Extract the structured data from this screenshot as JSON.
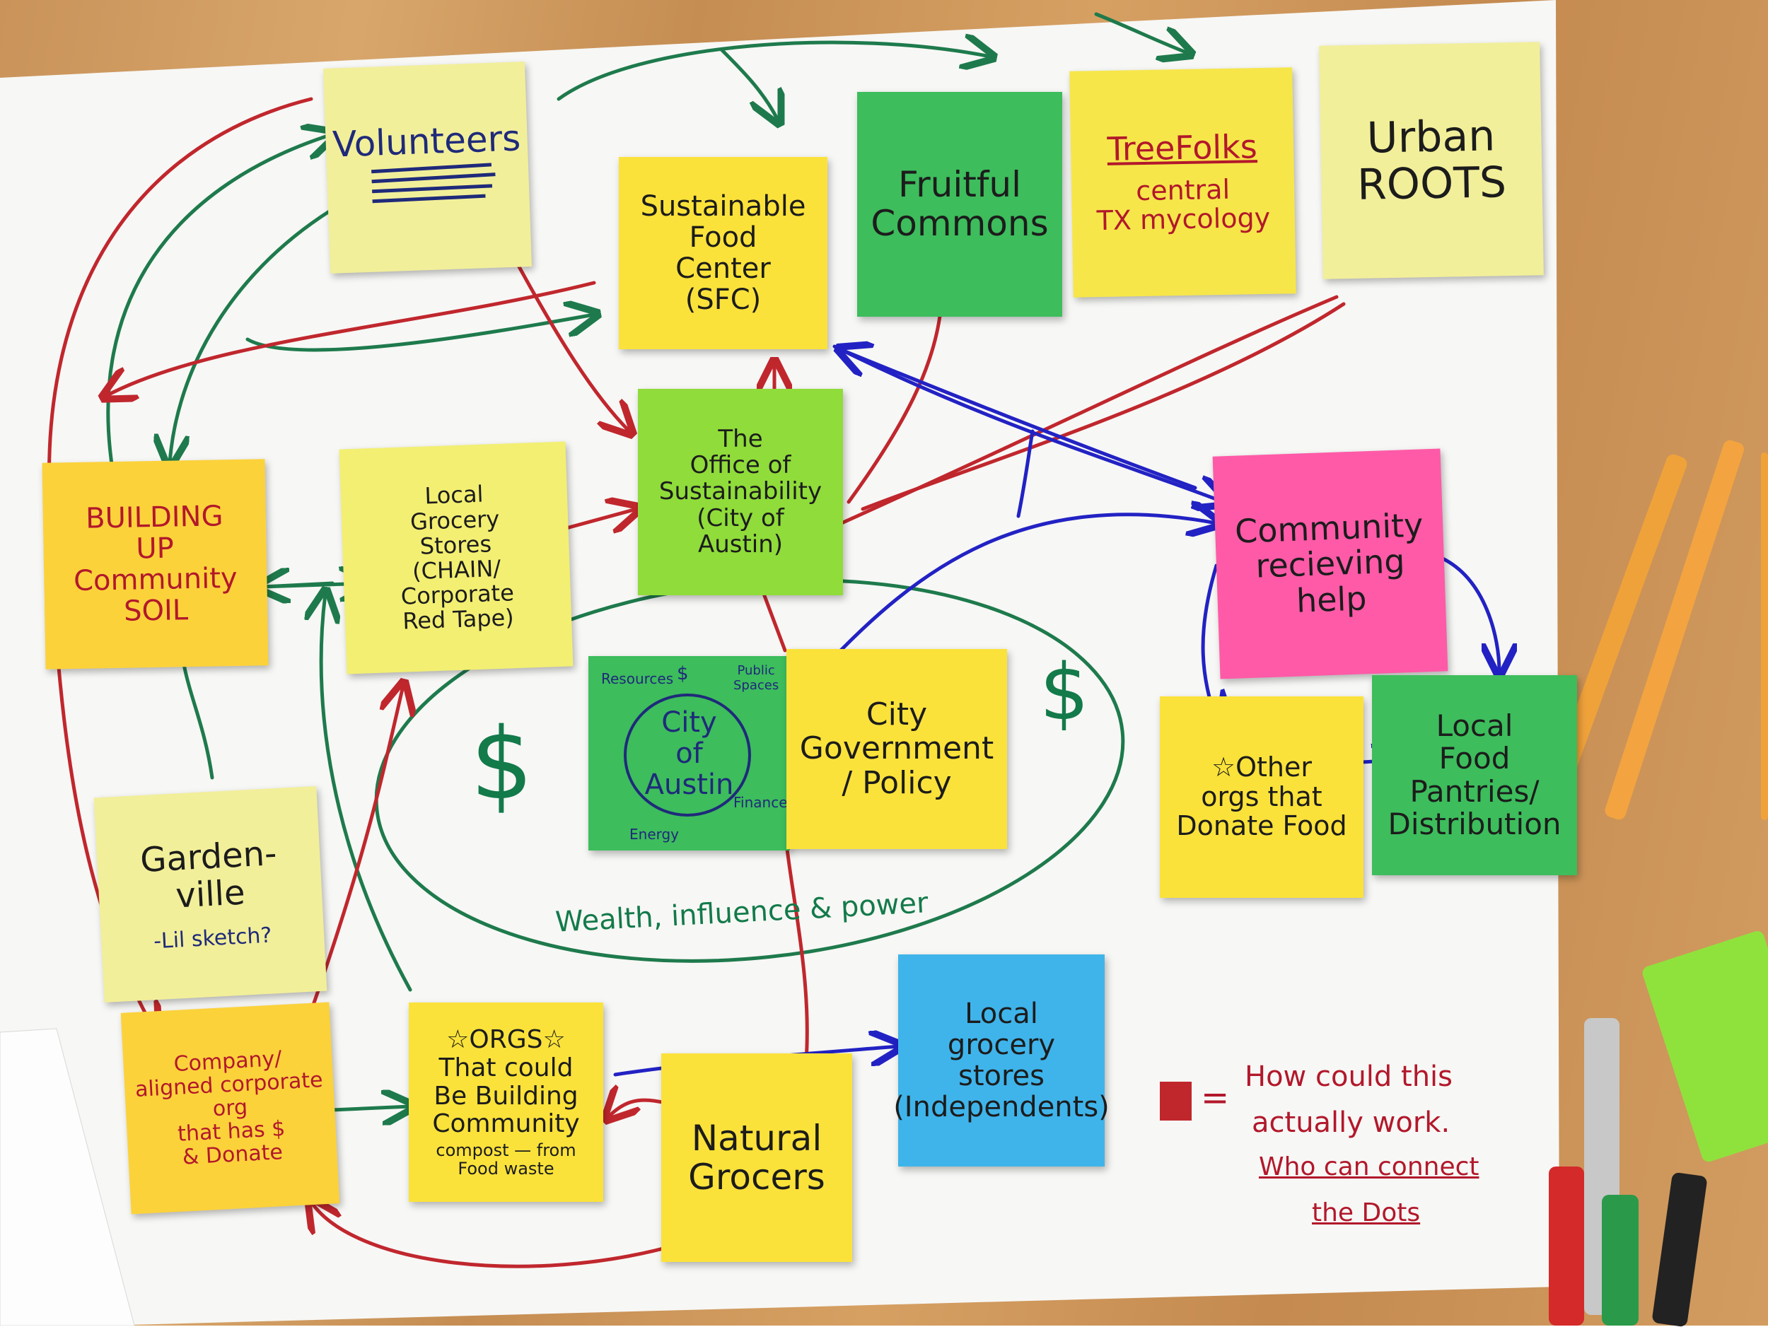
{
  "notes": {
    "volunteers": "Volunteers",
    "sfc": "Sustainable\nFood\nCenter\n(SFC)",
    "fruitful": "Fruitful\nCommons",
    "treefolks": "TreeFolks",
    "treefolks_sub": "central\nTX mycology",
    "urban_roots": "Urban\nROOTS",
    "building_soil": "BUILDING\nUP\nCommunity\nSOIL",
    "local_grocery_chain": "Local\nGrocery\nStores\n(CHAIN/\nCorporate\nRed Tape)",
    "office_sustainability": "The\nOffice of\nSustainability\n(City of\nAustin)",
    "city_austin_center": "City\nof\nAustin",
    "city_austin_resources": "Resources",
    "city_austin_dollar": "$",
    "city_austin_public_spaces": "Public\nSpaces",
    "city_austin_energy": "Energy",
    "city_austin_finance": "Finance",
    "city_government": "City\nGovernment\n/ Policy",
    "community_help": "Community\nrecieving\nhelp",
    "other_orgs": "☆Other\norgs that\nDonate Food",
    "local_pantries": "Local\nFood\nPantries/\nDistribution",
    "gardenville": "Garden-\nville",
    "gardenville_note": "-Lil sketch?",
    "company": "Company/\naligned corporate\norg\nthat has $\n& Donate",
    "orgs_compost_top": "☆ORGS☆\nThat could\nBe Building\nCommunity",
    "orgs_compost_bottom": "compost — from\nFood waste",
    "natural_grocers": "Natural\nGrocers",
    "local_grocery_indep": "Local\ngrocery\nstores\n(Independents)"
  },
  "ellipse": {
    "dollar_left": "$",
    "dollar_right": "$",
    "caption": "Wealth, influence & power"
  },
  "legend": {
    "equals": "=",
    "line1": "How could this",
    "line2": "actually work.",
    "line3": "Who can connect",
    "line4": "the Dots"
  },
  "colors": {
    "pale_yellow": "#f2ef9a",
    "yellow": "#fbe23a",
    "orange_yellow": "#fcd23b",
    "green": "#3dbd5c",
    "lime": "#8fdc3a",
    "pink": "#ff5aa8",
    "blue": "#3fb4ea",
    "red_ink": "#c0272d",
    "green_ink": "#1e7a4c",
    "blue_ink": "#2222c4"
  }
}
